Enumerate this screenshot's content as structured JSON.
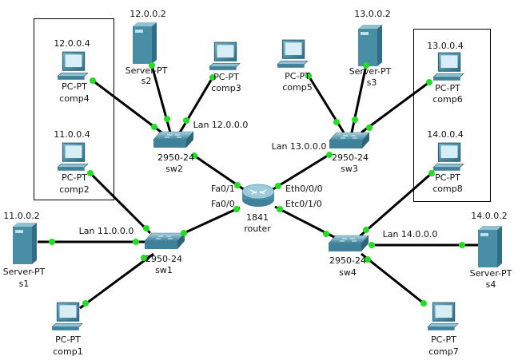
{
  "devices": {
    "comp4": {
      "ip": "12.0.0.4",
      "model": "PC-PT",
      "name": "comp4"
    },
    "comp2": {
      "ip": "11.0.0.4",
      "model": "PC-PT",
      "name": "comp2"
    },
    "s2": {
      "ip": "12.0.0.2",
      "model": "Server-PT",
      "name": "s2"
    },
    "comp3": {
      "model": "PC-PT",
      "name": "comp3"
    },
    "sw2": {
      "model": "2950-24",
      "name": "sw2",
      "lan": "Lan 12.0.0.0"
    },
    "router": {
      "model": "1841",
      "name": "router",
      "ports": [
        "Fa0/1",
        "Fa0/0",
        "Eth0/0/0",
        "Etc0/1/0"
      ]
    },
    "comp5": {
      "model": "PC-PT",
      "name": "comp5"
    },
    "s3": {
      "ip": "13.0.0.2",
      "model": "Server-PT",
      "name": "s3"
    },
    "sw3": {
      "model": "2950-24",
      "name": "sw3",
      "lan": "Lan 13.0.0.0"
    },
    "comp6": {
      "ip": "13.0.0.4",
      "model": "PC-PT",
      "name": "comp6"
    },
    "comp8": {
      "ip": "14.0.0.4",
      "model": "PC-PT",
      "name": "comp8"
    },
    "sw1": {
      "model": "2950-24",
      "name": "sw1",
      "lan": "Lan 11.0.0.0"
    },
    "s1": {
      "ip": "11.0.0.2",
      "model": "Server-PT",
      "name": "s1"
    },
    "comp1": {
      "model": "PC-PT",
      "name": "comp1"
    },
    "sw4": {
      "model": "2950-24",
      "name": "sw4",
      "lan": "Lan 14.0.0.0"
    },
    "s4": {
      "ip": "14.0.0.2",
      "model": "Server-PT",
      "name": "s4"
    },
    "comp7": {
      "model": "PC-PT",
      "name": "comp7"
    }
  },
  "colors": {
    "link": "#000000",
    "port_up": "#22dd22",
    "device": "#4a8ea6"
  }
}
